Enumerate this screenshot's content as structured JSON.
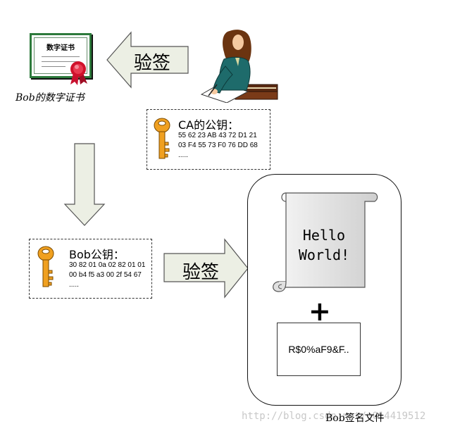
{
  "certificate": {
    "title": "数字证书",
    "label": "Bob的数字证书"
  },
  "verify_top": {
    "label": "验签"
  },
  "verify_mid": {
    "label": "验签"
  },
  "ca_key": {
    "title": "CA的公钥：",
    "lines": [
      "55 62 23 AB 43 72 D1 21",
      "03 F4 55 73 F0 76 DD 68",
      "....."
    ]
  },
  "bob_key": {
    "title": "Bob公钥：",
    "lines": [
      "30 82 01 0a 02 82 01 01",
      "00 b4 f5 a3 00 2f 54 67",
      "....."
    ]
  },
  "document": {
    "line1": "Hello",
    "line2": "World!",
    "plus": "+",
    "signature": "R$0%aF9&F..",
    "label": "Bob签名文件"
  },
  "watermark": "http://blog.csdn.net/u014419512",
  "colors": {
    "arrow_fill": "#ecefe4",
    "arrow_stroke": "#555555",
    "key_gold": "#f0a020",
    "cert_green": "#2d7a3c",
    "ribbon_red": "#c8102e",
    "person_teal": "#1e6b6b"
  }
}
